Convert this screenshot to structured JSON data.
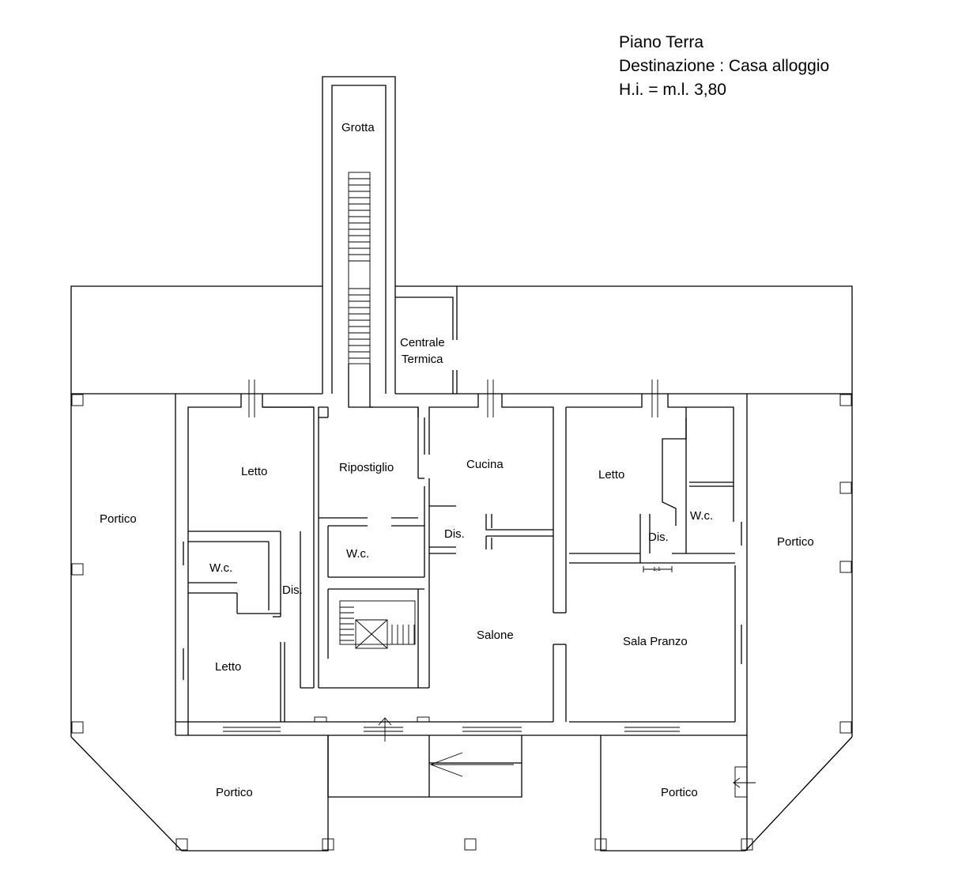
{
  "title_block": {
    "floor": "Piano Terra",
    "destination": "Destinazione : Casa alloggio",
    "height": "H.i. = m.l. 3,80"
  },
  "rooms": {
    "grotta": "Grotta",
    "centrale_1": "Centrale",
    "centrale_2": "Termica",
    "letto_nw": "Letto",
    "ripostiglio": "Ripostiglio",
    "cucina": "Cucina",
    "letto_ne": "Letto",
    "wc_ne": "W.c.",
    "portico_w": "Portico",
    "portico_e": "Portico",
    "wc_mid": "W.c.",
    "dis_mid": "Dis.",
    "dis_ne": "Dis.",
    "wc_w": "W.c.",
    "dis_w": "Dis.",
    "salone": "Salone",
    "sala_pranzo": "Sala Pranzo",
    "letto_sw": "Letto",
    "portico_sw": "Portico",
    "portico_se": "Portico"
  },
  "dimension_mark": "1,1"
}
